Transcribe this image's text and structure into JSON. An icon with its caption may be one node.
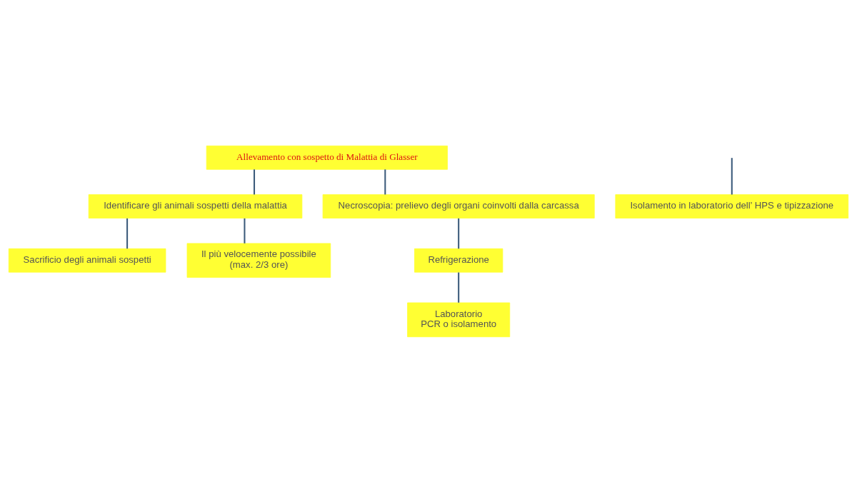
{
  "diagram": {
    "nodes": [
      {
        "text": [
          "Allevamento con sospetto di Malattia di Glasser"
        ]
      },
      {
        "text": [
          "Identificare gli animali sospetti della malattia"
        ]
      },
      {
        "text": [
          "Necroscopia: prelievo degli organi coinvolti dalla carcassa"
        ]
      },
      {
        "text": [
          "Sacrificio degli animali sospetti"
        ]
      },
      {
        "text": [
          "Il più velocemente possibile",
          "(max. 2/3 ore)"
        ]
      },
      {
        "text": [
          "Refrigerazione"
        ]
      },
      {
        "text": [
          "Isolamento in laboratorio dell’ HPS e tipizzazione"
        ]
      },
      {
        "text": [
          "Laboratorio",
          "PCR o isolamento"
        ]
      }
    ],
    "edges": [
      {
        "from": 0,
        "to": 1,
        "arrow": "none"
      },
      {
        "from": 0,
        "to": 2,
        "arrow": "none"
      },
      {
        "from": 1,
        "to": 3,
        "arrow": "none"
      },
      {
        "from": 1,
        "to": 4,
        "arrow": "none"
      },
      {
        "from": 2,
        "to": 5,
        "arrow": "none"
      },
      {
        "from": 5,
        "to": 7,
        "arrow": "none"
      },
      {
        "from": null,
        "to": 6,
        "arrow": "none"
      }
    ]
  }
}
